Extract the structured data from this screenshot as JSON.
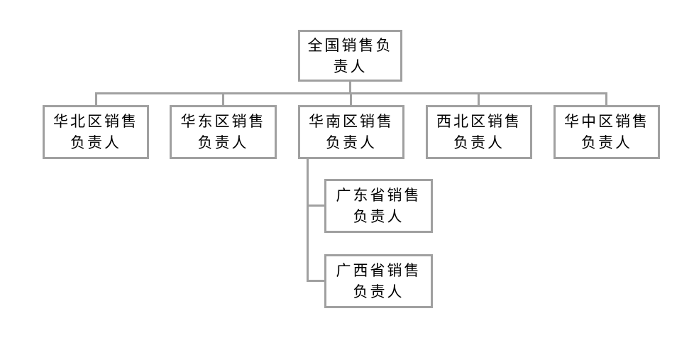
{
  "diagram": {
    "type": "org-chart",
    "colors": {
      "box_border": "#a0a0a0",
      "connector": "#a0a0a0",
      "box_fill": "#ffffff",
      "text": "#000000"
    },
    "nodes": [
      {
        "id": "root",
        "label": "全国销售负\n责人",
        "parent": null
      },
      {
        "id": "north",
        "label": "华北区销售\n负责人",
        "parent": "root"
      },
      {
        "id": "east",
        "label": "华东区销售\n负责人",
        "parent": "root"
      },
      {
        "id": "south",
        "label": "华南区销售\n负责人",
        "parent": "root"
      },
      {
        "id": "northwest",
        "label": "西北区销售\n负责人",
        "parent": "root"
      },
      {
        "id": "central",
        "label": "华中区销售\n负责人",
        "parent": "root"
      },
      {
        "id": "guangdong",
        "label": "广东省销售\n负责人",
        "parent": "south"
      },
      {
        "id": "guangxi",
        "label": "广西省销售\n负责人",
        "parent": "south"
      }
    ]
  }
}
